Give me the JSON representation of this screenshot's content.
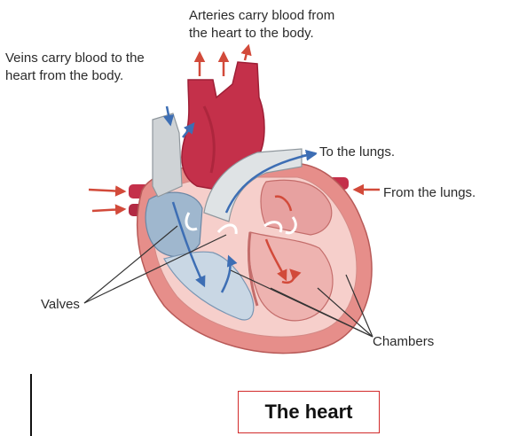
{
  "diagram": {
    "labels": {
      "arteries": [
        "Arteries carry blood from",
        "the heart to the body."
      ],
      "veins": [
        "Veins carry blood to the",
        "heart from the body."
      ],
      "to_lungs": "To the lungs.",
      "from_lungs": "From the lungs.",
      "valves": "Valves",
      "chambers": "Chambers"
    },
    "colors": {
      "aorta": "#c4304a",
      "aorta_dark": "#9e1f36",
      "heart_wall": "#e68e8a",
      "heart_inner": "#f6cfcb",
      "right_chamber": "#9fb7ce",
      "vein_gray": "#cfd3d6",
      "blue_arrow": "#3d6eb4",
      "red_arrow": "#d24a3a"
    }
  },
  "caption": {
    "title": "The heart"
  }
}
